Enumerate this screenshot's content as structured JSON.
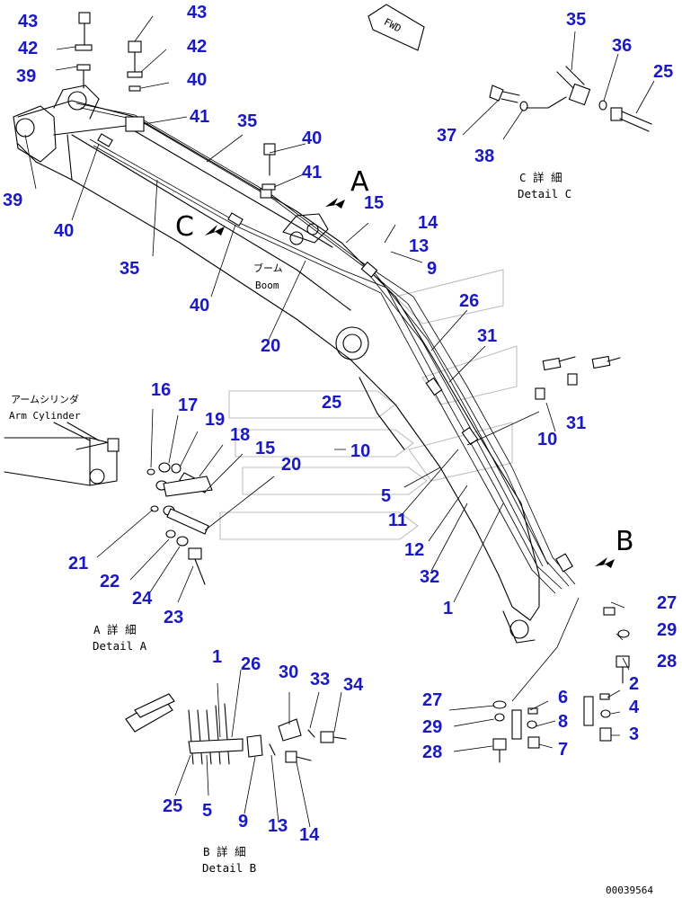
{
  "fwd_label": "FWD",
  "views": {
    "a_letter": "A",
    "b_letter": "B",
    "c_letter": "C"
  },
  "boom_label": {
    "jp": "ブーム",
    "en": "Boom"
  },
  "arm_cylinder_label": {
    "jp": "アームシリンダ",
    "en": "Arm Cylinder"
  },
  "detail_captions": {
    "a": {
      "jp": "A 詳 細",
      "en": "Detail A"
    },
    "b": {
      "jp": "B 詳 細",
      "en": "Detail B"
    },
    "c": {
      "jp": "C 詳 細",
      "en": "Detail C"
    }
  },
  "callouts": [
    "43",
    "42",
    "39",
    "43",
    "42",
    "40",
    "41",
    "35",
    "40",
    "41",
    "39",
    "40",
    "35",
    "40",
    "15",
    "14",
    "13",
    "9",
    "26",
    "31",
    "31",
    "10",
    "25",
    "10",
    "20",
    "16",
    "17",
    "19",
    "18",
    "15",
    "20",
    "21",
    "22",
    "24",
    "23",
    "5",
    "11",
    "12",
    "32",
    "1",
    "35",
    "36",
    "25",
    "37",
    "38",
    "27",
    "29",
    "28",
    "2",
    "6",
    "4",
    "8",
    "3",
    "7",
    "27",
    "29",
    "28",
    "1",
    "26",
    "30",
    "33",
    "34",
    "25",
    "5",
    "9",
    "13",
    "14"
  ],
  "drawing_number": "00039564",
  "colors": {
    "callout": "#1a1ac0",
    "line": "#000000",
    "background": "#ffffff"
  }
}
